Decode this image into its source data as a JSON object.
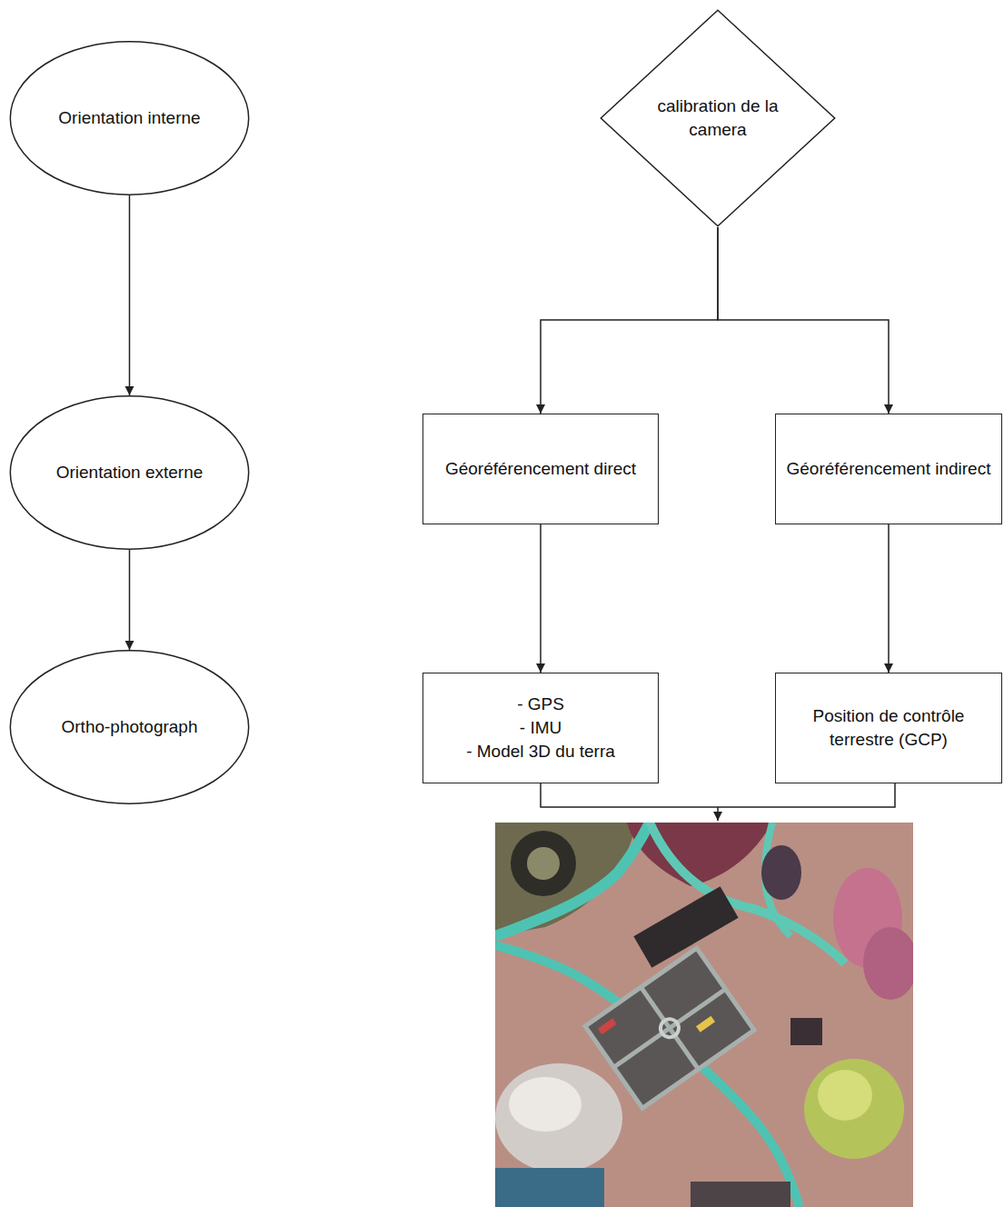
{
  "diagram": {
    "nodes": [
      {
        "text": [
          "Orientation interne"
        ]
      },
      {
        "text": [
          "Orientation externe"
        ]
      },
      {
        "text": [
          "Ortho-photograph"
        ]
      },
      {
        "text": [
          "calibration de la camera"
        ]
      },
      {
        "text": [
          "Géoréférencement direct"
        ]
      },
      {
        "text": [
          "Géoréférencement indirect"
        ]
      },
      {
        "text": [
          "- GPS",
          "- IMU",
          "- Model 3D du terra"
        ]
      },
      {
        "text": [
          "Position de contrôle terrestre (GCP)"
        ]
      }
    ],
    "edges": [
      {
        "from": 0,
        "to": 1,
        "arrow": "to"
      },
      {
        "from": 1,
        "to": 2,
        "arrow": "to"
      },
      {
        "from": 3,
        "to": 4,
        "arrow": "to"
      },
      {
        "from": 3,
        "to": 5,
        "arrow": "to"
      },
      {
        "from": 4,
        "to": 6,
        "arrow": "to"
      },
      {
        "from": 5,
        "to": 7,
        "arrow": "to"
      }
    ]
  }
}
